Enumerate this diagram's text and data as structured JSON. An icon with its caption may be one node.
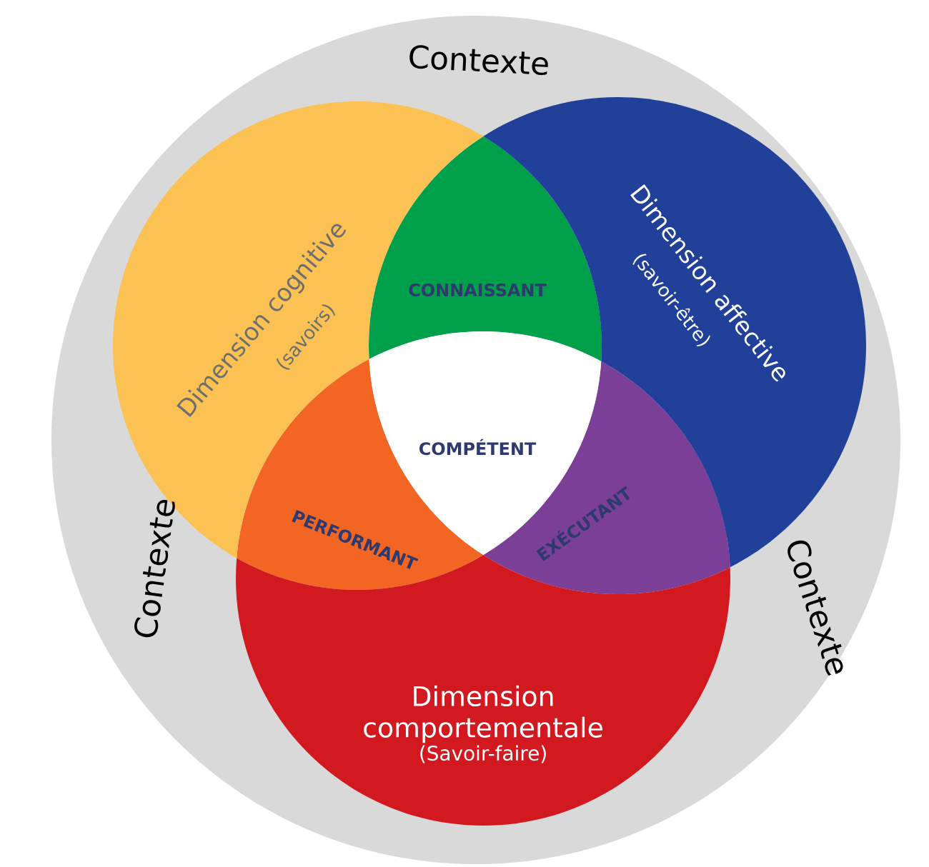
{
  "diagram": {
    "nodes": [
      {
        "text": [
          "Contexte",
          "Contexte",
          "Contexte"
        ]
      },
      {
        "text": [
          "Dimension cognitive",
          "(savoirs)"
        ],
        "in": 0
      },
      {
        "text": [
          "Dimension affective",
          "(savoir-être)"
        ],
        "in": 0
      },
      {
        "text": [
          "Dimension comportementale",
          "(Savoir-faire)"
        ],
        "in": 0
      }
    ],
    "labels": [
      "CONNAISSANT",
      "COMPÉTENT",
      "PERFORMANT",
      "EXÉCUTANT"
    ]
  }
}
